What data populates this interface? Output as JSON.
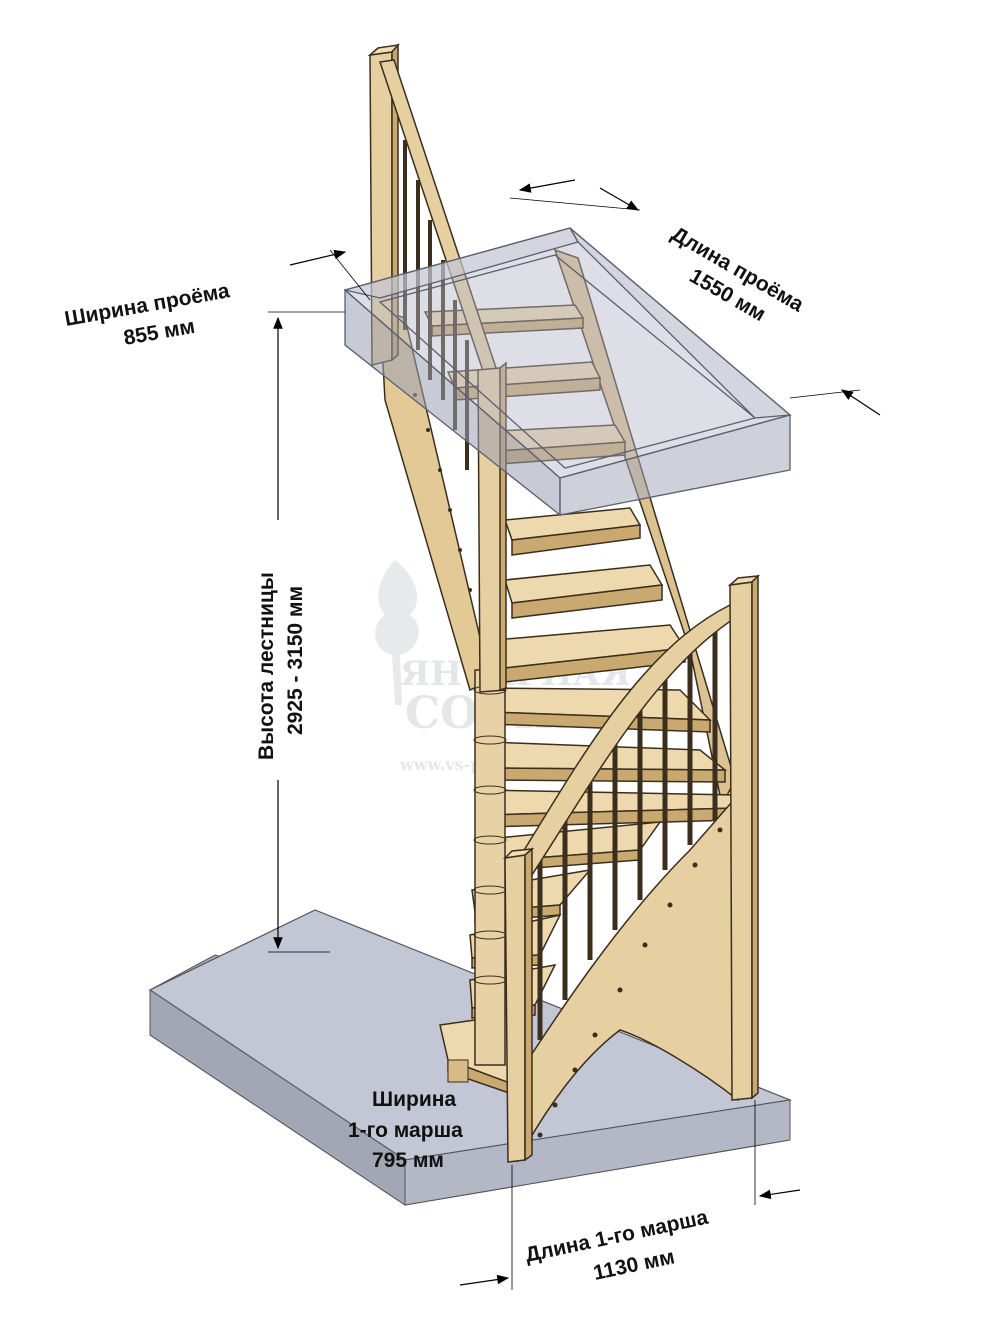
{
  "opening_width": {
    "line1": "Ширина проёма",
    "line2": "855 мм"
  },
  "opening_length": {
    "line1": "Длина проёма",
    "line2": "1550 мм"
  },
  "stair_height": {
    "line1": "Высота лестницы",
    "line2": "2925 - 3150 мм"
  },
  "first_flight_width": {
    "line1": "Ширина",
    "line2": "1-го марша",
    "line3": "795 мм"
  },
  "first_flight_length": {
    "line1": "Длина 1-го марша",
    "line2": "1130 мм"
  },
  "watermark": {
    "line1": "ЯНТАРНАЯ",
    "line2": "СОСНА",
    "line3": "www.vs-plus.ru"
  },
  "colors": {
    "wood": "#e6cfa0",
    "wood_dark": "#c9a970",
    "wood_edge": "#3b2e1c",
    "floor_top": "#c3c6d4",
    "floor_side": "#a9acba",
    "opening_frame": "#9aa0b2"
  }
}
